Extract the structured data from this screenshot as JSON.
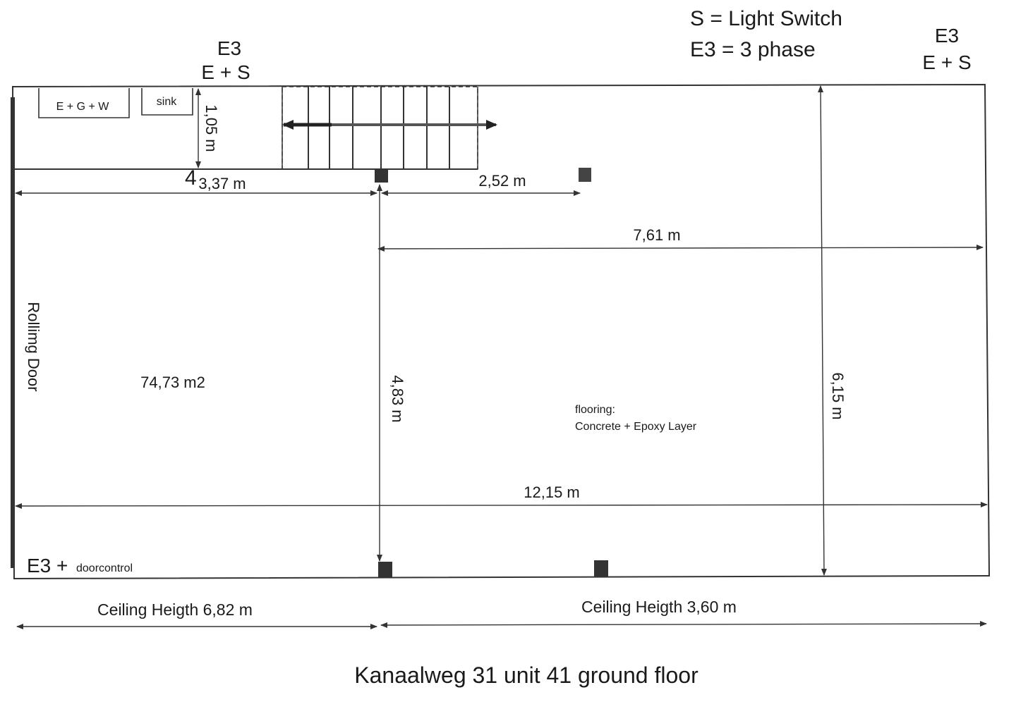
{
  "legend": {
    "switch": "S = Light Switch",
    "phase": "E3 = 3 phase"
  },
  "outlets": {
    "top_center_line1": "E3",
    "top_center_line2": "E + S",
    "top_right_line1": "E3",
    "top_right_line2": "E + S",
    "bottom_left_main": "E3 +",
    "bottom_left_sub": "doorcontrol"
  },
  "fixtures": {
    "utilities": "E + G + W",
    "sink": "sink"
  },
  "dimensions": {
    "mezzanine_depth": "1,05 m",
    "left_width": "3,37 m",
    "mid_width": "2,52 m",
    "right_width": "7,61 m",
    "room_depth_mid": "4,83 m",
    "room_depth_right": "6,15 m",
    "total_width": "12,15 m"
  },
  "area": "74,73 m2",
  "rolling_door": "Rollimg Door",
  "flooring": {
    "line1": "flooring:",
    "line2": "Concrete + Epoxy Layer"
  },
  "ceiling": {
    "left": "Ceiling Heigth 6,82 m",
    "right": "Ceiling Heigth 3,60 m"
  },
  "title": "Kanaalweg 31 unit 41 ground floor",
  "stair_mark": "4"
}
